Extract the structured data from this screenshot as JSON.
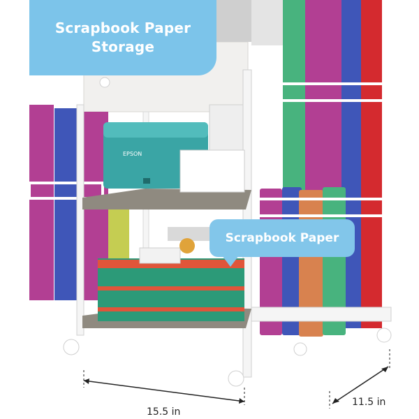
{
  "title_banner": {
    "line1": "Scrapbook Paper",
    "line2": "Storage"
  },
  "callout": {
    "label": "Scrapbook Paper"
  },
  "printer": {
    "brand": "EPSON"
  },
  "dimensions": {
    "width": "15.5 in",
    "depth": "11.5 in"
  },
  "colors": {
    "banner": "#7cc4ea",
    "frame": "#f5f5f5",
    "shelf": "#8f8a80",
    "printer": "#3aa5a5",
    "paper_magenta": "#b23f93",
    "paper_blue": "#3f56b8",
    "paper_green": "#48b37e",
    "paper_red": "#d42a2f",
    "paper_orange": "#d8824f"
  }
}
